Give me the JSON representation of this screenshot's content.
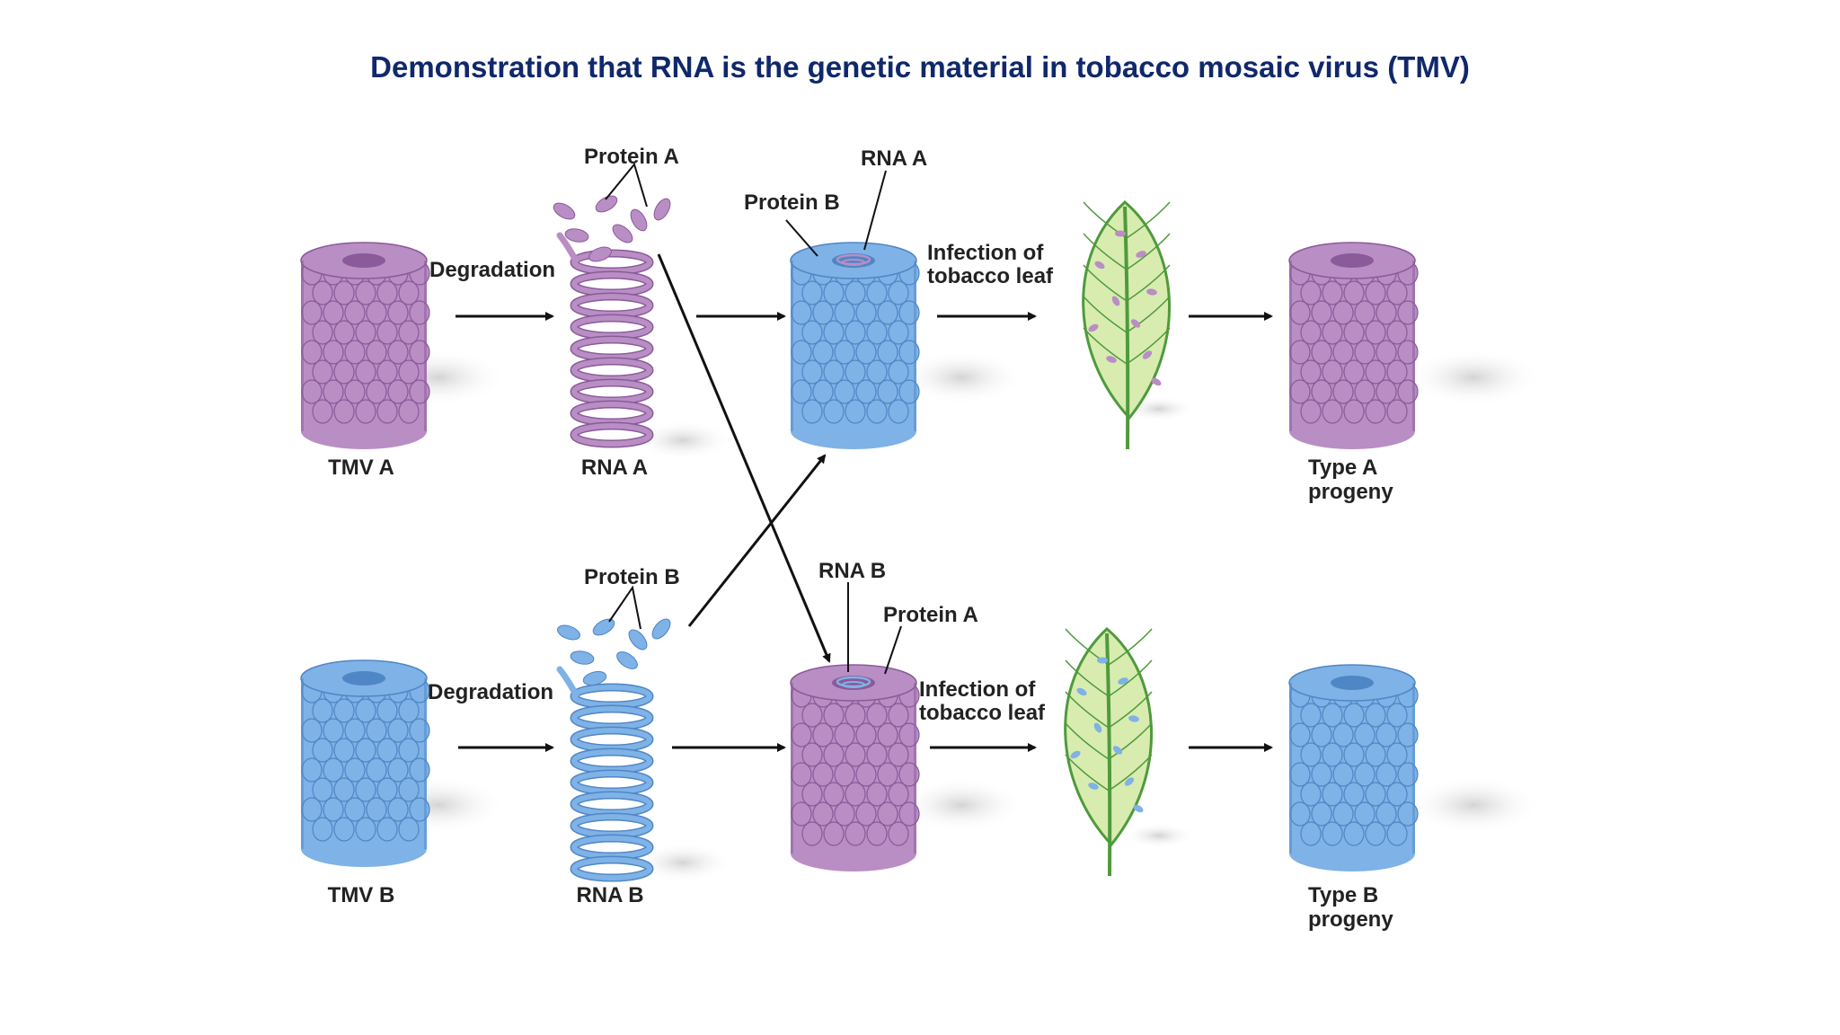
{
  "title": "Demonstration that RNA is the genetic material in tobacco mosaic virus (TMV)",
  "colors": {
    "title": "#10286b",
    "purple": "#b98ec4",
    "purple_dark": "#8a5a9a",
    "blue": "#7fb2e6",
    "blue_dark": "#4f86c6",
    "leaf": "#d8ecb0",
    "leaf_vein": "#4f9a3c"
  },
  "labels": {
    "tmv_a": "TMV A",
    "tmv_b": "TMV B",
    "rna_a": "RNA A",
    "rna_b": "RNA B",
    "degradation_a": "Degradation",
    "degradation_b": "Degradation",
    "protein_a_top": "Protein A",
    "protein_b_bottom": "Protein B",
    "hybrid_top_rna": "RNA A",
    "hybrid_top_protein": "Protein B",
    "hybrid_bottom_rna": "RNA B",
    "hybrid_bottom_protein": "Protein A",
    "infection_top_l1": "Infection of",
    "infection_top_l2": "tobacco leaf",
    "infection_bottom_l1": "Infection of",
    "infection_bottom_l2": "tobacco leaf",
    "progeny_a_l1": "Type A",
    "progeny_a_l2": "progeny",
    "progeny_b_l1": "Type B",
    "progeny_b_l2": "progeny"
  }
}
